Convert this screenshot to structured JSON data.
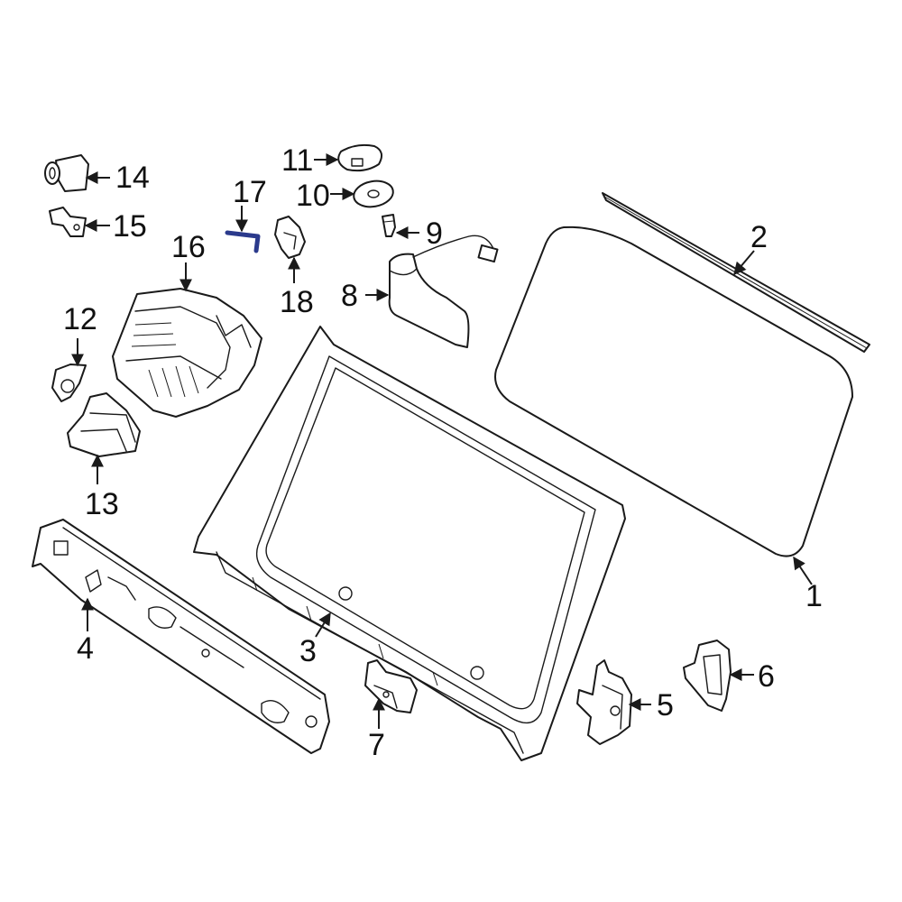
{
  "callouts": [
    {
      "id": "1",
      "label": "1"
    },
    {
      "id": "2",
      "label": "2"
    },
    {
      "id": "3",
      "label": "3"
    },
    {
      "id": "4",
      "label": "4"
    },
    {
      "id": "5",
      "label": "5"
    },
    {
      "id": "6",
      "label": "6"
    },
    {
      "id": "7",
      "label": "7"
    },
    {
      "id": "8",
      "label": "8"
    },
    {
      "id": "9",
      "label": "9"
    },
    {
      "id": "10",
      "label": "10"
    },
    {
      "id": "11",
      "label": "11"
    },
    {
      "id": "12",
      "label": "12"
    },
    {
      "id": "13",
      "label": "13"
    },
    {
      "id": "14",
      "label": "14"
    },
    {
      "id": "15",
      "label": "15"
    },
    {
      "id": "16",
      "label": "16"
    },
    {
      "id": "17",
      "label": "17"
    },
    {
      "id": "18",
      "label": "18"
    }
  ],
  "colors": {
    "line": "#1a1a1a",
    "highlighted_part": "#2b3a8c",
    "background": "#ffffff"
  },
  "highlighted_part": "17"
}
